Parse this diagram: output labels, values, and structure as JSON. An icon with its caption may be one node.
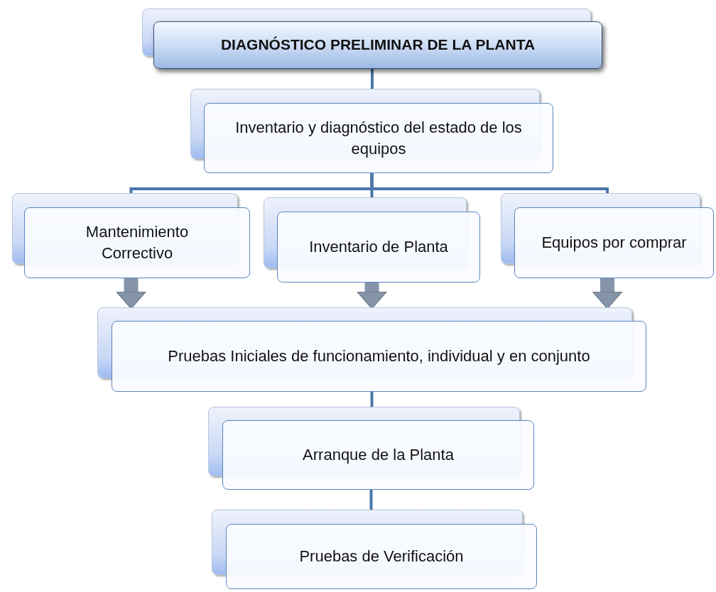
{
  "diagram": {
    "nodes": [
      {
        "text": [
          "DIAGNÓSTICO PRELIMINAR DE LA PLANTA"
        ]
      },
      {
        "text": [
          "Inventario y diagnóstico del estado de los equipos"
        ]
      },
      {
        "text": [
          "Mantenimiento Correctivo"
        ]
      },
      {
        "text": [
          "Inventario de Planta"
        ]
      },
      {
        "text": [
          "Equipos por comprar"
        ]
      },
      {
        "text": [
          "Pruebas Iniciales de funcionamiento, individual y en conjunto"
        ]
      },
      {
        "text": [
          "Arranque de la Planta"
        ]
      },
      {
        "text": [
          "Pruebas de Verificación"
        ]
      }
    ],
    "edges": [
      {
        "from": 0,
        "to": 1,
        "arrow": "none"
      },
      {
        "from": 1,
        "to": 2,
        "arrow": "none"
      },
      {
        "from": 1,
        "to": 3,
        "arrow": "none"
      },
      {
        "from": 1,
        "to": 4,
        "arrow": "none"
      },
      {
        "from": 2,
        "to": 5,
        "arrow": "to",
        "style": "thick",
        "color": "#8594a8"
      },
      {
        "from": 3,
        "to": 5,
        "arrow": "to",
        "style": "thick",
        "color": "#8594a8"
      },
      {
        "from": 4,
        "to": 5,
        "arrow": "to",
        "style": "thick",
        "color": "#8594a8"
      },
      {
        "from": 5,
        "to": 6,
        "arrow": "none"
      },
      {
        "from": 6,
        "to": 7,
        "arrow": "none"
      }
    ]
  }
}
